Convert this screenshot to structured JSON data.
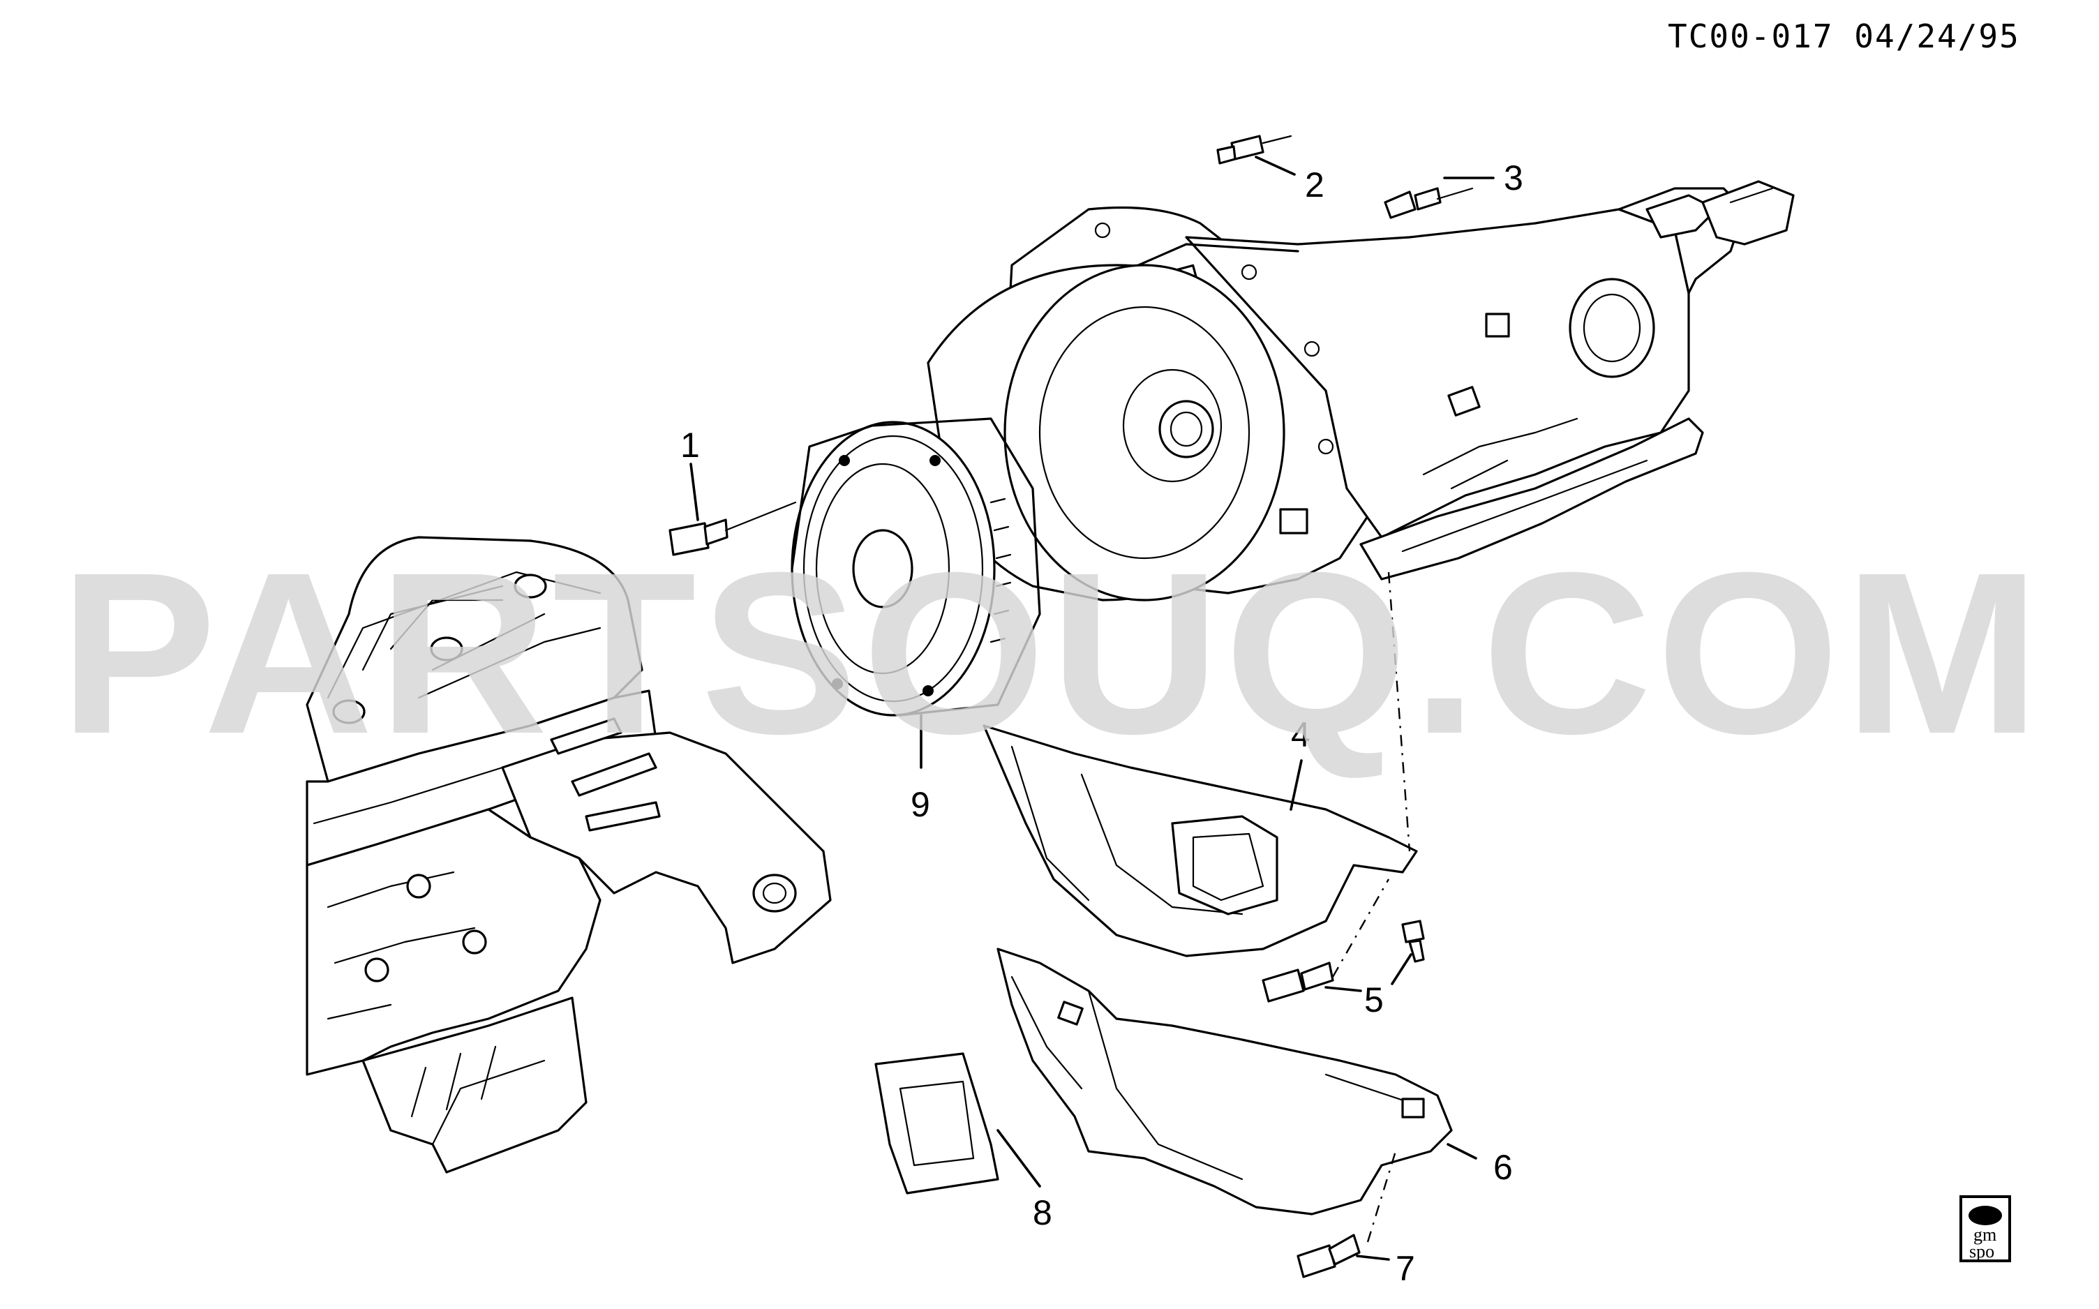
{
  "header": {
    "reference": "TC00-017 04/24/95"
  },
  "watermark": {
    "text": "PARTSOUQ.COM"
  },
  "callouts": [
    {
      "number": "1"
    },
    {
      "number": "2"
    },
    {
      "number": "3"
    },
    {
      "number": "4"
    },
    {
      "number": "5"
    },
    {
      "number": "6"
    },
    {
      "number": "7"
    },
    {
      "number": "8"
    },
    {
      "number": "9"
    }
  ],
  "logo": {
    "line1": "gm",
    "line2": "spo"
  },
  "colors": {
    "ink": "#000000",
    "background": "#ffffff",
    "watermark": "#d6d6d6"
  }
}
